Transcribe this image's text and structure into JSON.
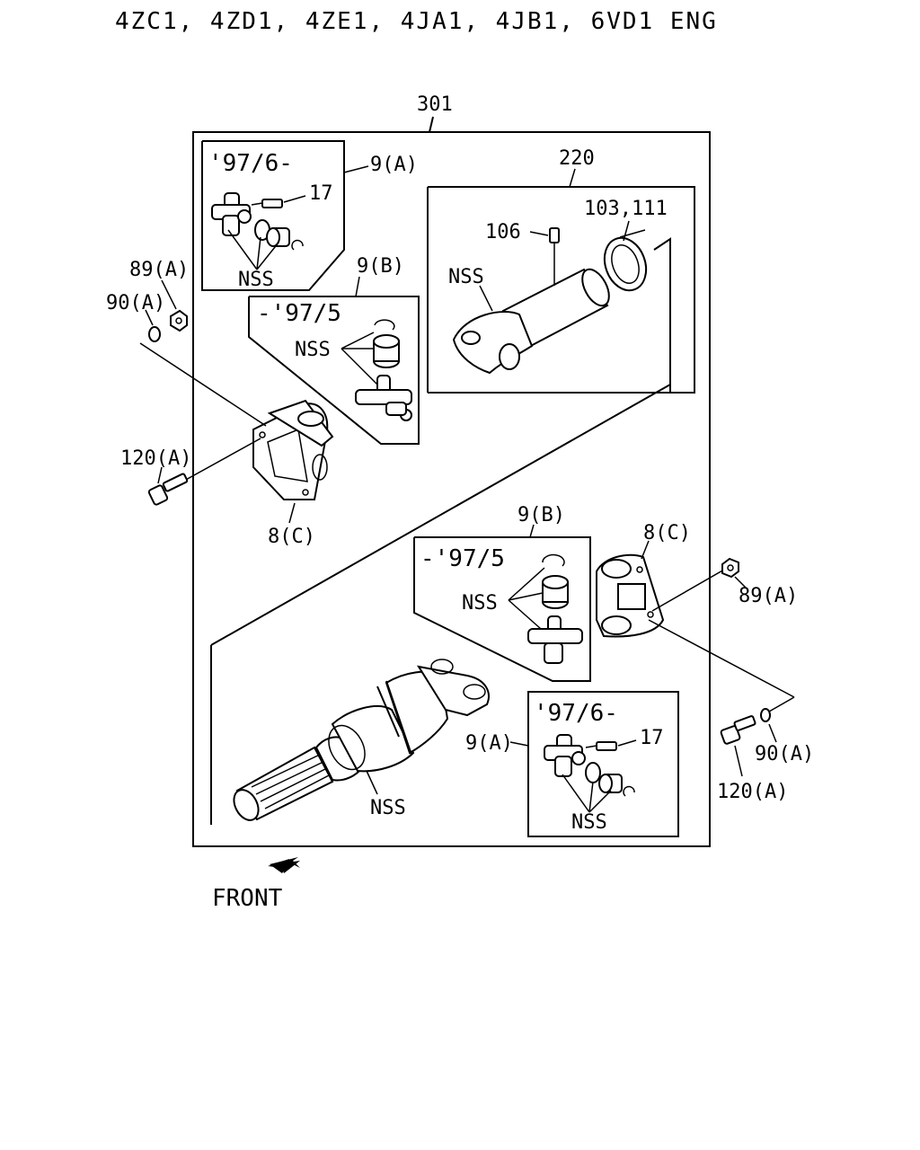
{
  "title": "4ZC1, 4ZD1, 4ZE1, 4JA1, 4JB1, 6VD1  ENG",
  "labels": {
    "assembly": "301",
    "shaft_assy": "220",
    "ref_106": "106",
    "ref_103_111": "103,111",
    "ref_17_top": "17",
    "ref_17_bottom": "17",
    "ref_9a_top": "9(A)",
    "ref_9b_top": "9(B)",
    "ref_9b_bottom": "9(B)",
    "ref_9a_bottom": "9(A)",
    "ref_89a_left": "89(A)",
    "ref_90a_left": "90(A)",
    "ref_89a_right": "89(A)",
    "ref_90a_right": "90(A)",
    "ref_120a_left": "120(A)",
    "ref_120a_right": "120(A)",
    "ref_8c_left": "8(C)",
    "ref_8c_right": "8(C)",
    "nss_top_a": "NSS",
    "nss_top_b": "NSS",
    "nss_shaft": "NSS",
    "nss_bottom_b": "NSS",
    "nss_bottom_a": "NSS",
    "nss_slip": "NSS",
    "date_top_a": "'97/6-",
    "date_top_b": "-'97/5",
    "date_bottom_b": "-'97/5",
    "date_bottom_a": "'97/6-",
    "front": "FRONT"
  },
  "icons": {
    "front_arrow": "front-direction-arrow-icon"
  }
}
